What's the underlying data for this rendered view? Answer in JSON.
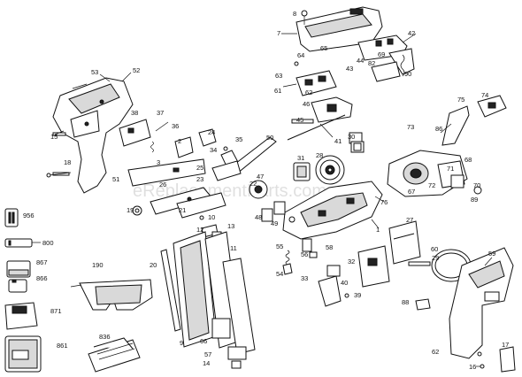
{
  "watermark": "eReplacementParts.com",
  "callouts": {
    "c7": "7",
    "c8": "8",
    "c42": "42",
    "c64": "64",
    "c65": "65",
    "c69": "69",
    "c44": "44",
    "c43": "43",
    "c82": "82",
    "c90": "90",
    "c63": "63",
    "c61": "61",
    "c62": "62",
    "c46": "46",
    "c45": "45",
    "c41": "41",
    "c30": "30",
    "c74": "74",
    "c75": "75",
    "c73": "73",
    "c86": "86",
    "c53": "53",
    "c52": "52",
    "c15": "15",
    "c38": "38",
    "c37": "37",
    "c36": "36",
    "c2": "2",
    "c24": "24",
    "c35": "35",
    "c34": "34",
    "c50": "50",
    "c3": "3",
    "c25": "25",
    "c23": "23",
    "c51": "51",
    "c26": "26",
    "c18": "18",
    "c31": "31",
    "c28": "28",
    "c68": "68",
    "c71": "71",
    "c72": "72",
    "c70": "70",
    "c89": "89",
    "c67": "67",
    "c47": "47",
    "c22": "22",
    "c19": "19",
    "c21": "21",
    "c10": "10",
    "c76": "76",
    "c48": "48",
    "c49": "49",
    "c12": "12",
    "c13": "13",
    "c11": "11",
    "c27": "27",
    "c1": "1",
    "c60": "60",
    "c59": "59",
    "c29": "29",
    "c56": "56",
    "c58": "58",
    "c9": "9",
    "c20": "20",
    "c55": "55",
    "c54": "54",
    "c32": "32",
    "c33": "33",
    "c40": "40",
    "c39": "39",
    "c88": "88",
    "c57": "57",
    "c14": "14",
    "c66": "66",
    "c17": "17",
    "c16": "16",
    "c956": "956",
    "c800": "800",
    "c867": "867",
    "c866": "866",
    "c871": "871",
    "c861": "861",
    "c190": "190",
    "c836": "836"
  }
}
